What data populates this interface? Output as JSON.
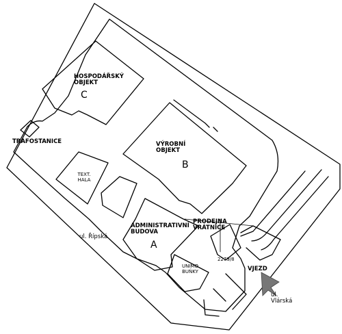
{
  "labels": {
    "building_c_name": "HOSPODÁŘSKÝ OBJEKT",
    "building_c_letter": "C",
    "building_b_name": "VÝROBNÍ OBJEKT",
    "building_b_letter": "B",
    "building_a_name": "ADMINISTRATIVNÍ BUDOVA",
    "building_a_letter": "A",
    "transformer": "TRAFOSTANICE",
    "text_hall": "TEXT. HALA",
    "shop_gate": "PRODEJNA VRÁTNICE",
    "unimo_cells": "UNIMO BUŇKY",
    "plot_number": "2279/8",
    "entrance": "VJEZD",
    "street_west": "ul. Řípská",
    "street_south": "ul. Vlárská"
  },
  "entrance_arrow_icon": "arrow-northwest-icon"
}
